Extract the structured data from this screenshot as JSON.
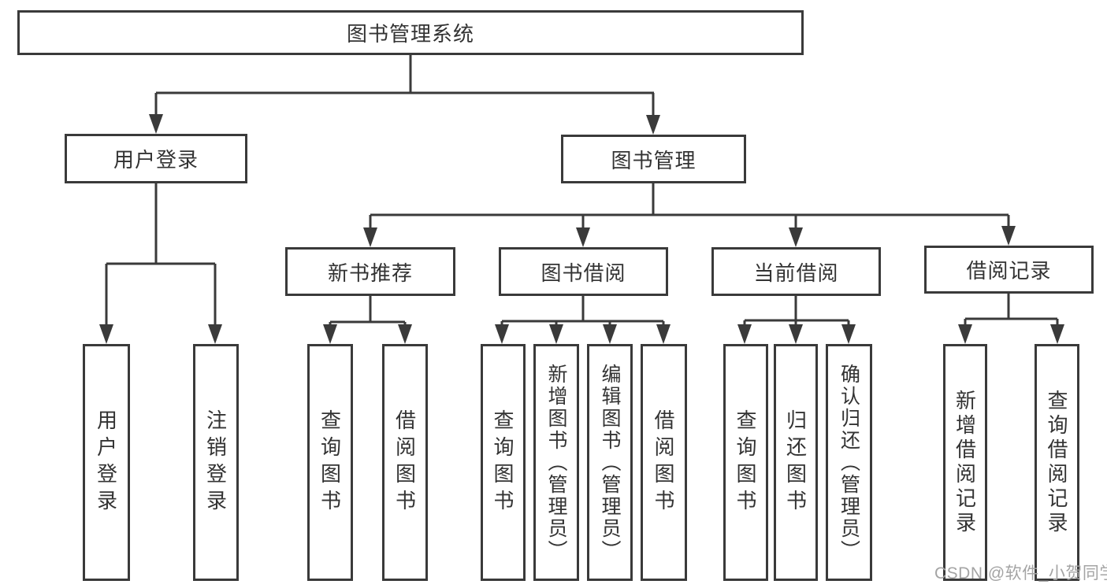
{
  "nodes": {
    "root": "图书管理系统",
    "l2": [
      "用户登录",
      "图书管理"
    ],
    "l3": [
      "新书推荐",
      "图书借阅",
      "当前借阅",
      "借阅记录"
    ],
    "leaf": [
      "用户登录",
      "注销登录",
      "查询图书",
      "借阅图书",
      "查询图书",
      "新增图书（管理员）",
      "编辑图书（管理员）",
      "借阅图书",
      "查询图书",
      "归还图书",
      "确认归还（管理员）",
      "新增借阅记录",
      "查询借阅记录"
    ]
  },
  "hierarchy": {
    "图书管理系统": [
      "用户登录",
      "图书管理"
    ],
    "用户登录": [
      "用户登录",
      "注销登录"
    ],
    "图书管理": [
      "新书推荐",
      "图书借阅",
      "当前借阅",
      "借阅记录"
    ],
    "新书推荐": [
      "查询图书",
      "借阅图书"
    ],
    "图书借阅": [
      "查询图书",
      "新增图书（管理员）",
      "编辑图书（管理员）",
      "借阅图书"
    ],
    "当前借阅": [
      "查询图书",
      "归还图书",
      "确认归还（管理员）"
    ],
    "借阅记录": [
      "新增借阅记录",
      "查询借阅记录"
    ]
  },
  "watermark": "CSDN @软件_小贺同学",
  "colors": {
    "line": "#3a3a3a",
    "box_border": "#3a3a3a",
    "text": "#333333",
    "box_background": "#ffffff",
    "watermark": "#a4a4a4",
    "background": "#ffffff"
  }
}
